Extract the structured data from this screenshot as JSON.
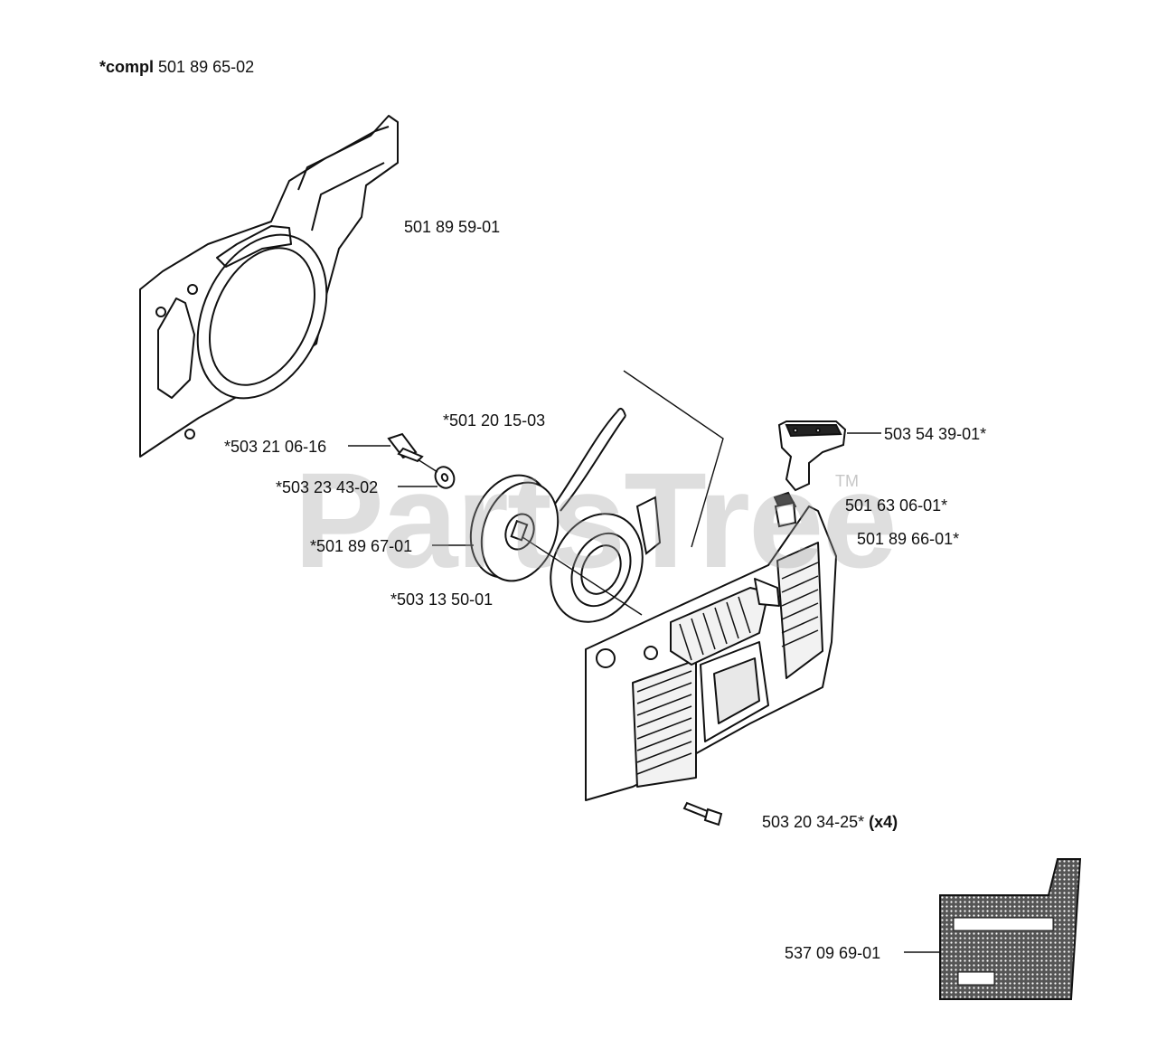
{
  "header": {
    "compl_prefix": "*compl",
    "compl_number": "501 89 65-02"
  },
  "parts": [
    {
      "id": "p1",
      "number": "501 89 59-01"
    },
    {
      "id": "p2",
      "number": "*501 20 15-03"
    },
    {
      "id": "p3",
      "number": "503 54 39-01*"
    },
    {
      "id": "p4",
      "number": "*503 21 06-16"
    },
    {
      "id": "p5",
      "number": "*503 23 43-02"
    },
    {
      "id": "p6",
      "number": "501 63 06-01*"
    },
    {
      "id": "p7",
      "number": "501 89 66-01*"
    },
    {
      "id": "p8",
      "number": "*501 89 67-01"
    },
    {
      "id": "p9",
      "number": "*503 13 50-01"
    },
    {
      "id": "p10",
      "number": "503 20 34-25*",
      "qty": "(x4)"
    },
    {
      "id": "p11",
      "number": "537 09 69-01"
    }
  ],
  "watermark": {
    "text": "PartsTree",
    "tm": "TM"
  }
}
